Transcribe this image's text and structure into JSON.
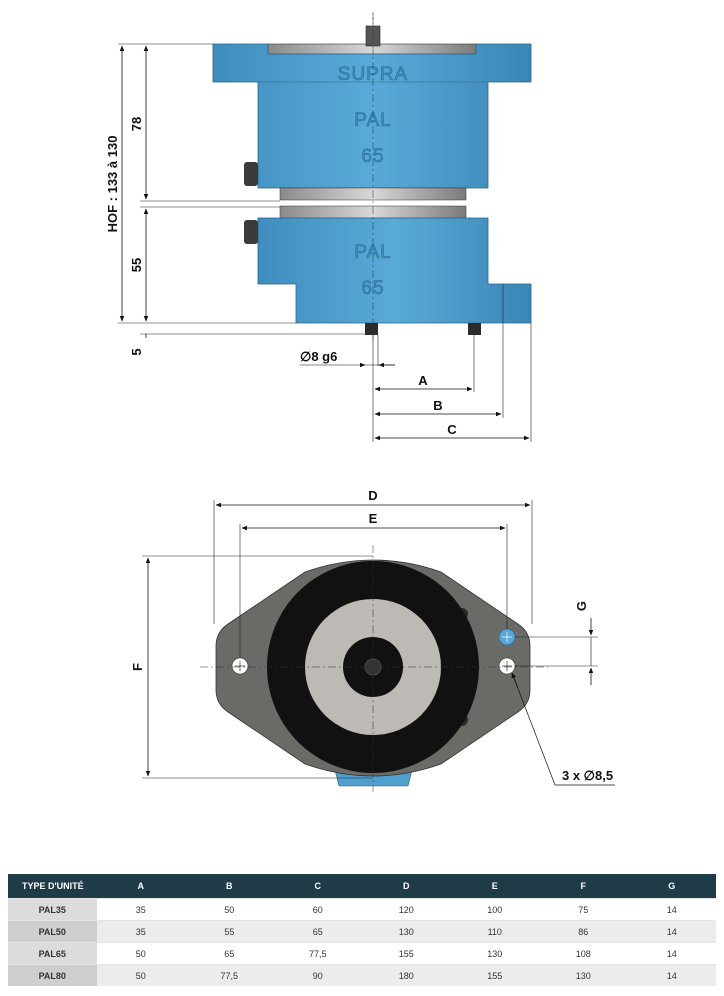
{
  "side_view": {
    "brand_text": "SUPRA",
    "model_text": "PAL",
    "size_text": "65",
    "hof_label": "HOF : 133 à 130",
    "dim_78": "78",
    "dim_55": "55",
    "dim_5": "5",
    "pin_label": "∅8 g6",
    "label_a": "A",
    "label_b": "B",
    "label_c": "C"
  },
  "top_view": {
    "label_d": "D",
    "label_e": "E",
    "label_f": "F",
    "label_g": "G",
    "holes_label": "3 x ∅8,5"
  },
  "colors": {
    "body_blue": "#4f9fcf",
    "body_dark": "#2f6f97",
    "base_grey": "#6a6a66",
    "table_header": "#1f3b48"
  },
  "table": {
    "headers": [
      "TYPE D'UNITÉ",
      "A",
      "B",
      "C",
      "D",
      "E",
      "F",
      "G"
    ],
    "rows": [
      [
        "PAL35",
        "35",
        "50",
        "60",
        "120",
        "100",
        "75",
        "14"
      ],
      [
        "PAL50",
        "35",
        "55",
        "65",
        "130",
        "110",
        "86",
        "14"
      ],
      [
        "PAL65",
        "50",
        "65",
        "77,5",
        "155",
        "130",
        "108",
        "14"
      ],
      [
        "PAL80",
        "50",
        "77,5",
        "90",
        "180",
        "155",
        "130",
        "14"
      ]
    ]
  }
}
